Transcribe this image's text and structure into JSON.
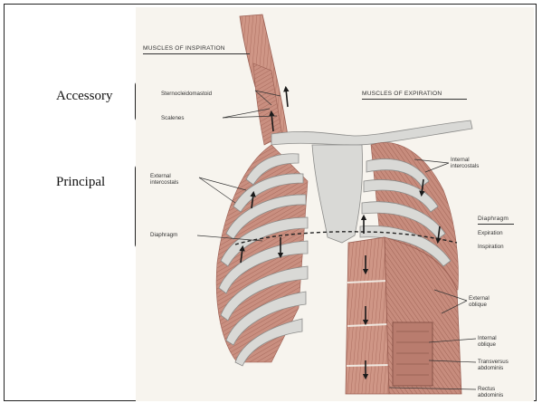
{
  "side_labels": {
    "accessory": "Accessory",
    "principal": "Principal"
  },
  "headings": {
    "inspiration": "MUSCLES OF INSPIRATION",
    "expiration": "MUSCLES OF EXPIRATION",
    "diaphragm_right": "Diaphragm"
  },
  "labels": {
    "sternocleidomastoid": "Sternocleidomastoid",
    "scalenes": "Scalenes",
    "external_intercostals": [
      "External",
      "intercostals"
    ],
    "diaphragm_left": "Diaphragm",
    "internal_intercostals": [
      "Internal",
      "intercostals"
    ],
    "expiration": "Expiration",
    "inspiration": "Inspiration",
    "external_oblique": [
      "External",
      "oblique"
    ],
    "internal_oblique": [
      "Internal",
      "oblique"
    ],
    "transversus_abdominis": [
      "Transversus",
      "abdominis"
    ],
    "rectus_abdominis": [
      "Rectus",
      "abdominis"
    ]
  },
  "colors": {
    "muscle": "#c98f80",
    "muscle_dark": "#9a5e52",
    "bone": "#d9d9d6",
    "bone_edge": "#8c8c8a",
    "arrow": "#1a1a1a"
  }
}
